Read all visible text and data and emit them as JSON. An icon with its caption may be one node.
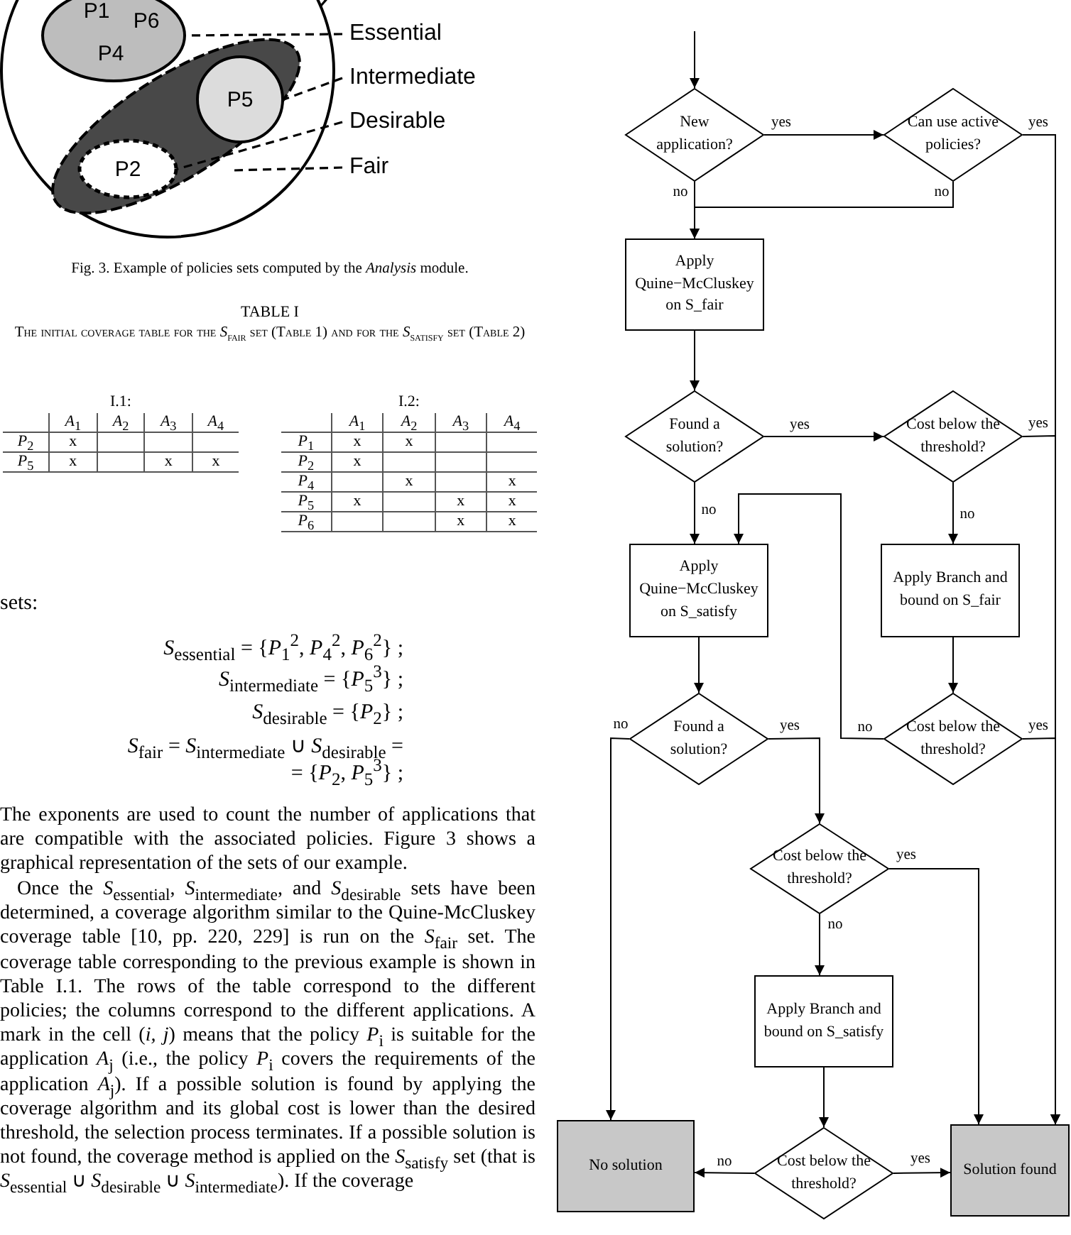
{
  "diagram": {
    "caption": "Fig. 3.  Example of policies sets computed by the *Analysis* module.",
    "nodes": [
      {
        "text": [],
        "shape": "circle"
      },
      {
        "text": [
          "P1",
          "P6",
          "P4"
        ],
        "in": 0
      },
      {
        "text": [],
        "shape": "ellipse",
        "in": 0
      },
      {
        "text": [
          "P5"
        ],
        "in": 2
      },
      {
        "text": [
          "P2"
        ],
        "in": 2
      },
      {
        "text": [
          "Essential"
        ]
      },
      {
        "text": [
          "Intermediate"
        ]
      },
      {
        "text": [
          "Desirable"
        ]
      },
      {
        "text": [
          "Fair"
        ]
      },
      {
        "text": [
          "New application?"
        ]
      },
      {
        "text": [
          "Can use active policies?"
        ]
      },
      {
        "text": [
          "Apply Quine−McCluskey on S_fair"
        ]
      },
      {
        "text": [
          "Found a solution?"
        ]
      },
      {
        "text": [
          "Cost below the threshold?"
        ]
      },
      {
        "text": [
          "Apply Quine−McCluskey on S_satisfy"
        ]
      },
      {
        "text": [
          "Apply Branch and bound on S_fair"
        ]
      },
      {
        "text": [
          "Found a solution?"
        ]
      },
      {
        "text": [
          "Cost below the threshold?"
        ]
      },
      {
        "text": [
          "Cost below the threshold?"
        ]
      },
      {
        "text": [
          "Apply Branch and bound on S_satisfy"
        ]
      },
      {
        "text": [
          "No solution"
        ]
      },
      {
        "text": [
          "Cost below the threshold?"
        ]
      },
      {
        "text": [
          "Solution found"
        ]
      }
    ],
    "edges": [
      {
        "from": 0,
        "to": null,
        "arrow": "none",
        "style": "dashed"
      },
      {
        "from": 5,
        "to": 1,
        "arrow": "none",
        "style": "dashed"
      },
      {
        "from": 6,
        "to": 3,
        "arrow": "none",
        "style": "dashed"
      },
      {
        "from": 7,
        "to": 4,
        "arrow": "none",
        "style": "dashed"
      },
      {
        "from": 8,
        "to": 2,
        "arrow": "none",
        "style": "dashed"
      },
      {
        "from": null,
        "to": 9,
        "arrow": "to"
      },
      {
        "from": 9,
        "to": 10,
        "arrow": "to",
        "label": "yes"
      },
      {
        "from": 9,
        "to": 11,
        "arrow": "to",
        "label": "no"
      },
      {
        "from": 10,
        "to": 11,
        "arrow": "to",
        "label": "no"
      },
      {
        "from": 10,
        "to": 22,
        "arrow": "to",
        "label": "yes"
      },
      {
        "from": 11,
        "to": 12,
        "arrow": "to"
      },
      {
        "from": 12,
        "to": 13,
        "arrow": "to",
        "label": "yes"
      },
      {
        "from": 12,
        "to": 14,
        "arrow": "to",
        "label": "no"
      },
      {
        "from": 13,
        "to": 22,
        "arrow": "to",
        "label": "yes"
      },
      {
        "from": 13,
        "to": 15,
        "arrow": "to",
        "label": "no"
      },
      {
        "from": 14,
        "to": 16,
        "arrow": "to"
      },
      {
        "from": 15,
        "to": 17,
        "arrow": "to"
      },
      {
        "from": 17,
        "to": 14,
        "arrow": "to",
        "label": "no"
      },
      {
        "from": 17,
        "to": 22,
        "arrow": "to",
        "label": "yes"
      },
      {
        "from": 16,
        "to": 20,
        "arrow": "to",
        "label": "no"
      },
      {
        "from": 16,
        "to": 18,
        "arrow": "to",
        "label": "yes"
      },
      {
        "from": 18,
        "to": 22,
        "arrow": "to",
        "label": "yes"
      },
      {
        "from": 18,
        "to": 19,
        "arrow": "to",
        "label": "no"
      },
      {
        "from": 19,
        "to": 21,
        "arrow": "to"
      },
      {
        "from": 21,
        "to": 20,
        "arrow": "to",
        "label": "no"
      },
      {
        "from": 21,
        "to": 22,
        "arrow": "to",
        "label": "yes"
      }
    ],
    "labels": [
      "TABLE I",
      "The initial coverage table for the *S*$_{fair}$ set (Table 1) and for the *S*$_{satisfy}$ set (Table 2)",
      "I.1:",
      "*A*$_{1}$",
      "*A*$_{2}$",
      "*A*$_{3}$",
      "*A*$_{4}$",
      "*P*$_{2}$",
      "x",
      "*P*$_{5}$",
      "x",
      "x",
      "x",
      "I.2:",
      "*A*$_{1}$",
      "*A*$_{2}$",
      "*A*$_{3}$",
      "*A*$_{4}$",
      "*P*$_{1}$",
      "x",
      "x",
      "*P*$_{2}$",
      "x",
      "*P*$_{4}$",
      "x",
      "x",
      "*P*$_{5}$",
      "x",
      "x",
      "x",
      "*P*$_{6}$",
      "x",
      "x",
      "sets:",
      "*S*$_{essential}$ = {*P*$_{1}$$^{2}$, *P*$_{4}$$^{2}$, *P*$_{6}$$^{2}$} ;",
      "*S*$_{intermediate}$ = {*P*$_{5}$$^{3}$} ;",
      "*S*$_{desirable}$ = {*P*$_{2}$} ;",
      "*S*$_{fair}$ = *S*$_{intermediate}$ ∪ *S*$_{desirable}$ =",
      "= {*P*$_{2}$, *P*$_{5}$$^{3}$} ;",
      "The exponents are used to count the number of applications that are compatible with the associated policies. Figure 3 shows a graphical representation of the sets of our example.",
      "Once the *S*$_{essential}$, *S*$_{intermediate}$, and *S*$_{desirable}$ sets have been determined, a coverage algorithm similar to the Quine-McCluskey coverage table [10, pp. 220, 229] is run on the *S*$_{fair}$ set. The coverage table corresponding to the previous example is shown in Table I.1. The rows of the table correspond to the different policies; the columns correspond to the different applications. A mark in the cell (*i, j*) means that the policy *P*$_{i}$ is suitable for the application *A*$_{j}$ (i.e., the policy *P*$_{i}$ covers the requirements of the application *A*$_{j}$). If a possible solution is found by applying the coverage algorithm and its global cost is lower than the desired threshold, the selection process terminates. If a possible solution is not found, the coverage method is applied on the *S*$_{satisfy}$ set (that is *S*$_{essential}$ ∪ *S*$_{desirable}$ ∪ *S*$_{intermediate}$). If the coverage"
    ]
  }
}
